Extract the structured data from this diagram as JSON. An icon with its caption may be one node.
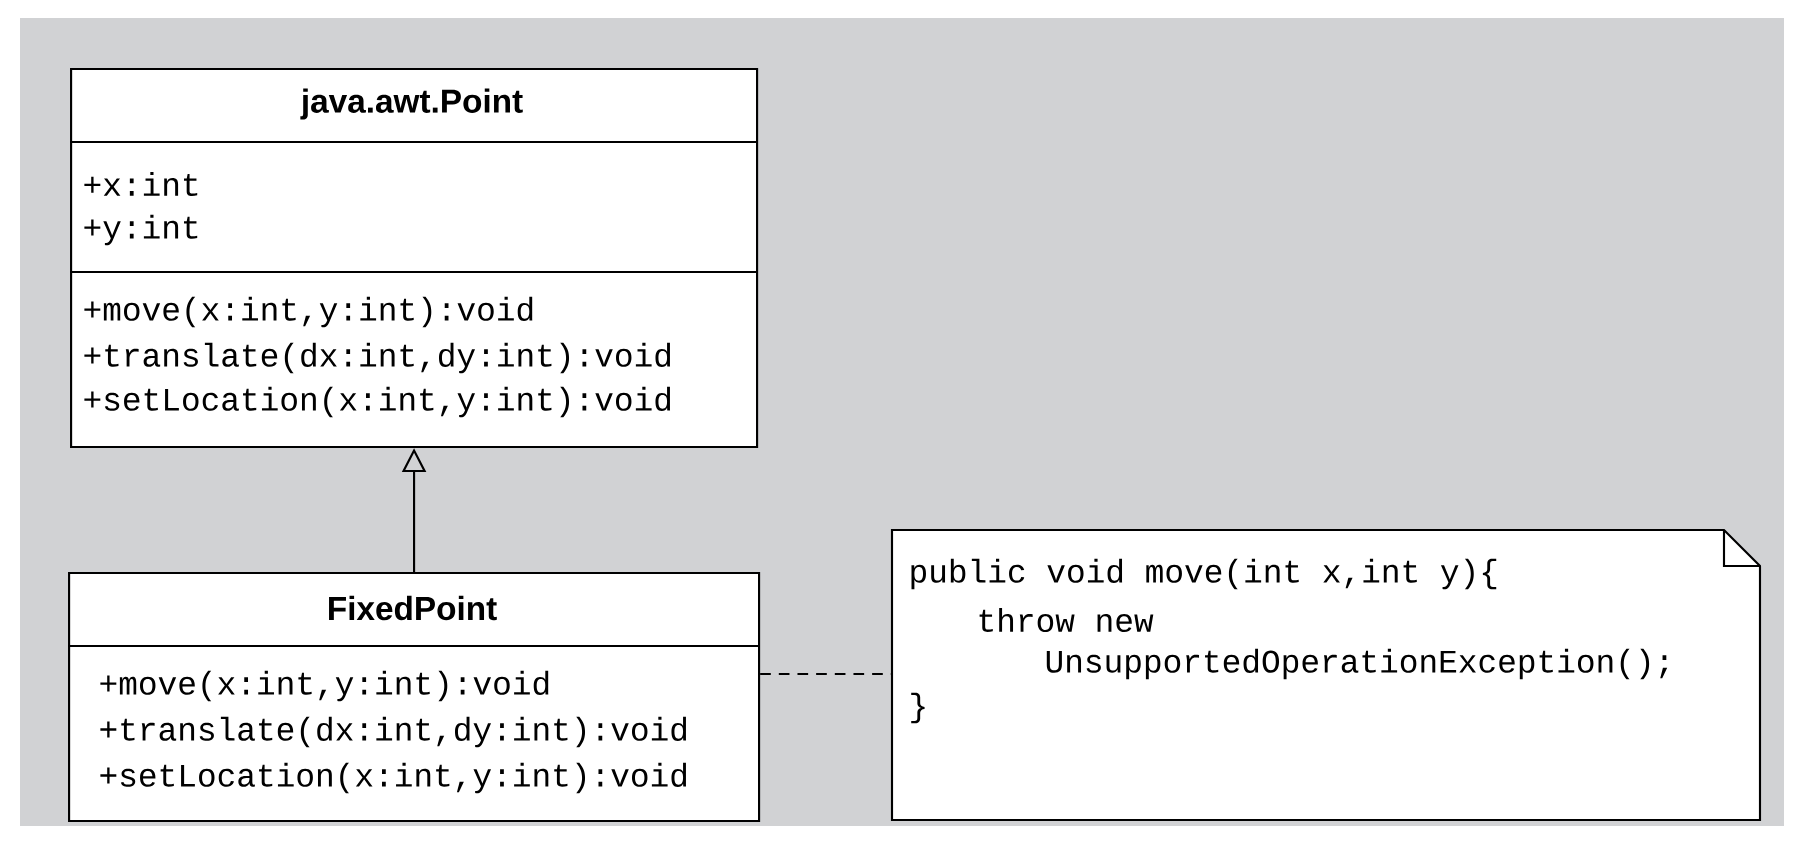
{
  "diagram": {
    "nodes": [
      {
        "text": [
          "java.awt.Point",
          "+x:int",
          "+y:int",
          "+move(x:int,y:int):void",
          "+translate(dx:int,dy:int):void",
          "+setLocation(x:int,y:int):void"
        ]
      },
      {
        "text": [
          "FixedPoint",
          "+move(x:int,y:int):void",
          "+translate(dx:int,dy:int):void",
          "+setLocation(x:int,y:int):void"
        ]
      },
      {
        "text": [
          "public void move(int x,int y){",
          "throw new",
          "UnsupportedOperationException();",
          "}"
        ]
      }
    ],
    "edges": [
      {
        "from": 1,
        "to": 0,
        "arrow": "to"
      },
      {
        "from": 1,
        "to": 2,
        "arrow": "none",
        "style": "dashed"
      }
    ]
  }
}
